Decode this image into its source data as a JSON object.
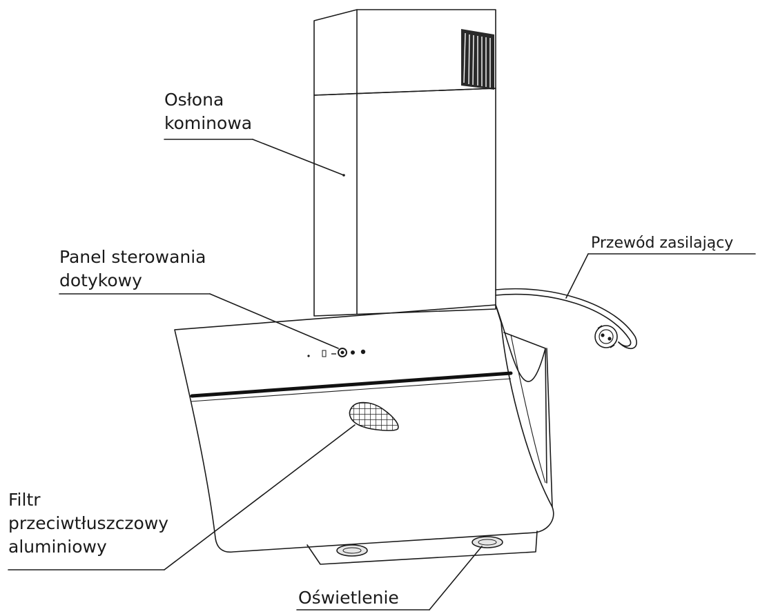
{
  "labels": {
    "chimney_cover": [
      "Osłona",
      "kominowa"
    ],
    "control_panel": [
      "Panel sterowania",
      "dotykowy"
    ],
    "power_cord": [
      "Przewód zasilający"
    ],
    "grease_filter": [
      "Filtr",
      "przeciwtłuszczowy",
      "aluminiowy"
    ],
    "lighting": [
      "Oświetlenie"
    ]
  },
  "colors": {
    "ink": "#1a1a1a",
    "background": "#ffffff"
  }
}
